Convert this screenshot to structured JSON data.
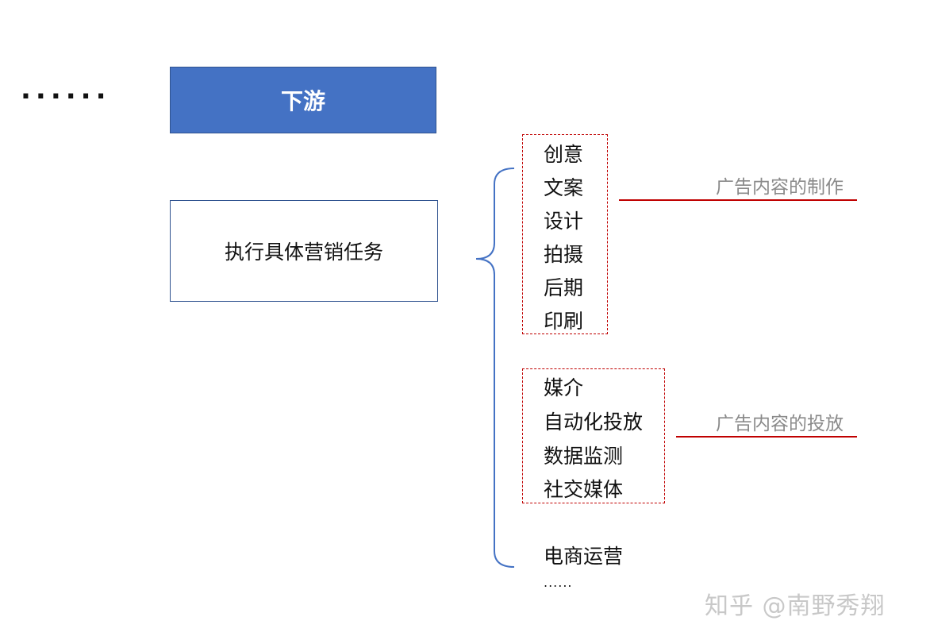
{
  "ellipsis_left": "......",
  "downstream_box": {
    "label": "下游"
  },
  "task_box": {
    "label": "执行具体营销任务"
  },
  "production_group": {
    "items": [
      "创意",
      "文案",
      "设计",
      "拍摄",
      "后期",
      "印刷"
    ],
    "annotation": "广告内容的制作"
  },
  "placement_group": {
    "items": [
      "媒介",
      "自动化投放",
      "数据监测",
      "社交媒体"
    ],
    "annotation": "广告内容的投放"
  },
  "other_items": {
    "ecommerce": "电商运营",
    "more": "......"
  },
  "watermark": "知乎 @南野秀翔",
  "colors": {
    "box_fill": "#4472c4",
    "box_border": "#2f528f",
    "group_border": "#c00000",
    "annotation_line": "#c00000",
    "annotation_text": "#8a8a8a",
    "brace": "#4472c4"
  }
}
